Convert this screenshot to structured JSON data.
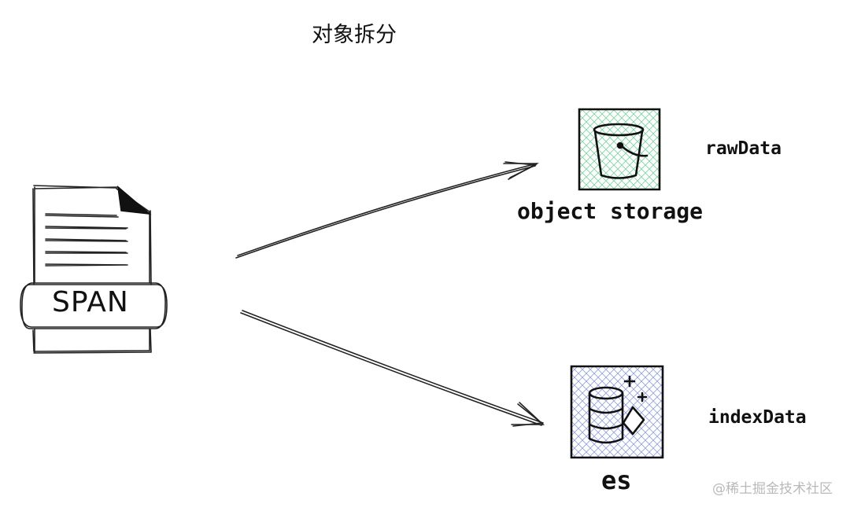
{
  "title": "对象拆分",
  "source": {
    "label": "SPAN"
  },
  "targets": [
    {
      "name": "object storage",
      "data_label": "rawData",
      "icon": "bucket-icon",
      "hatch_color": "#6fcf97"
    },
    {
      "name": "es",
      "data_label": "indexData",
      "icon": "database-icon",
      "hatch_color": "#8c9be0"
    }
  ],
  "watermark": "@稀土掘金技术社区"
}
